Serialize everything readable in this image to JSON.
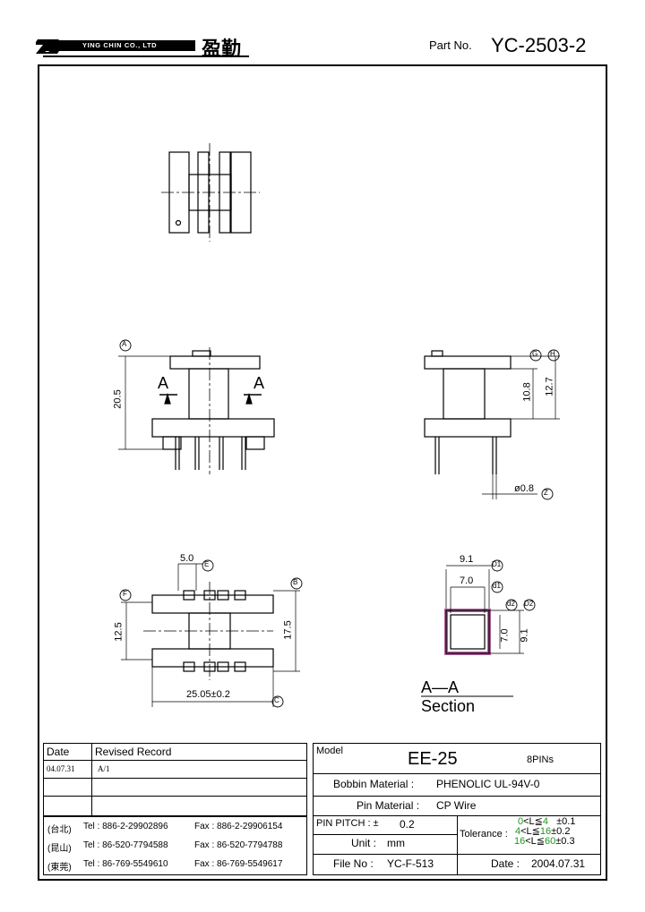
{
  "header": {
    "company": "YING CHIN CO., LTD",
    "company_cn": "盈勤",
    "part_no_label": "Part No.",
    "part_no": "YC-2503-2"
  },
  "drawing": {
    "dim_20_5": "20.5",
    "section_marker": "A",
    "dim_10_8": "10.8",
    "dim_12_7": "12.7",
    "dim_phi_0_8": "ø0.8",
    "dim_5_0": "5.0",
    "dim_12_5": "12.5",
    "dim_17_5": "17.5",
    "dim_25_05": "25.05±0.2",
    "dim_9_1_top": "9.1",
    "dim_7_0_top": "7.0",
    "dim_7_0_side": "7.0",
    "dim_9_1_side": "9.1",
    "section_title": "A—A  Section",
    "labels": {
      "A": "A",
      "B": "B",
      "C": "C",
      "E": "E",
      "F": "F",
      "G": "G",
      "H": "H",
      "Z": "Z",
      "D1": "D1",
      "d1": "d1",
      "d2": "d2",
      "D2": "D2"
    }
  },
  "revision": {
    "date_header": "Date",
    "record_header": "Revised  Record",
    "rows": [
      {
        "date": "04.07.31",
        "record": "A/1"
      },
      {
        "date": "",
        "record": ""
      },
      {
        "date": "",
        "record": ""
      }
    ]
  },
  "contacts": [
    {
      "region": "(台北)",
      "tel": "Tel : 886-2-29902896",
      "fax": "Fax : 886-2-29906154"
    },
    {
      "region": "(昆山)",
      "tel": "Tel : 86-520-7794588",
      "fax": "Fax : 86-520-7794788"
    },
    {
      "region": "(東莞)",
      "tel": "Tel : 86-769-5549610",
      "fax": "Fax : 86-769-5549617"
    }
  ],
  "spec": {
    "model_label": "Model",
    "model": "EE-25",
    "pins": "8PINs",
    "bobbin_label": "Bobbin  Material :",
    "bobbin": "PHENOLIC UL-94V-0",
    "pin_label": "Pin  Material :",
    "pin": "CP Wire",
    "pitch_label": "PIN  PITCH : ±",
    "pitch": "0.2",
    "unit_label": "Unit :",
    "unit": "mm",
    "tolerance_label": "Tolerance :",
    "tolerance": [
      {
        "lo": "0",
        "mid": "<L≦",
        "hi": "4",
        "val": "±0.1"
      },
      {
        "lo": "4",
        "mid": "<L≦",
        "hi": "16",
        "val": "±0.2"
      },
      {
        "lo": "16",
        "mid": "<L≦",
        "hi": "60",
        "val": "±0.3"
      }
    ],
    "file_label": "File  No :",
    "file": "YC-F-513",
    "date_label": "Date :",
    "date": "2004.07.31"
  },
  "colors": {
    "tolerance_green": "#1a9a1a",
    "section_hatch": "#b0609a"
  }
}
